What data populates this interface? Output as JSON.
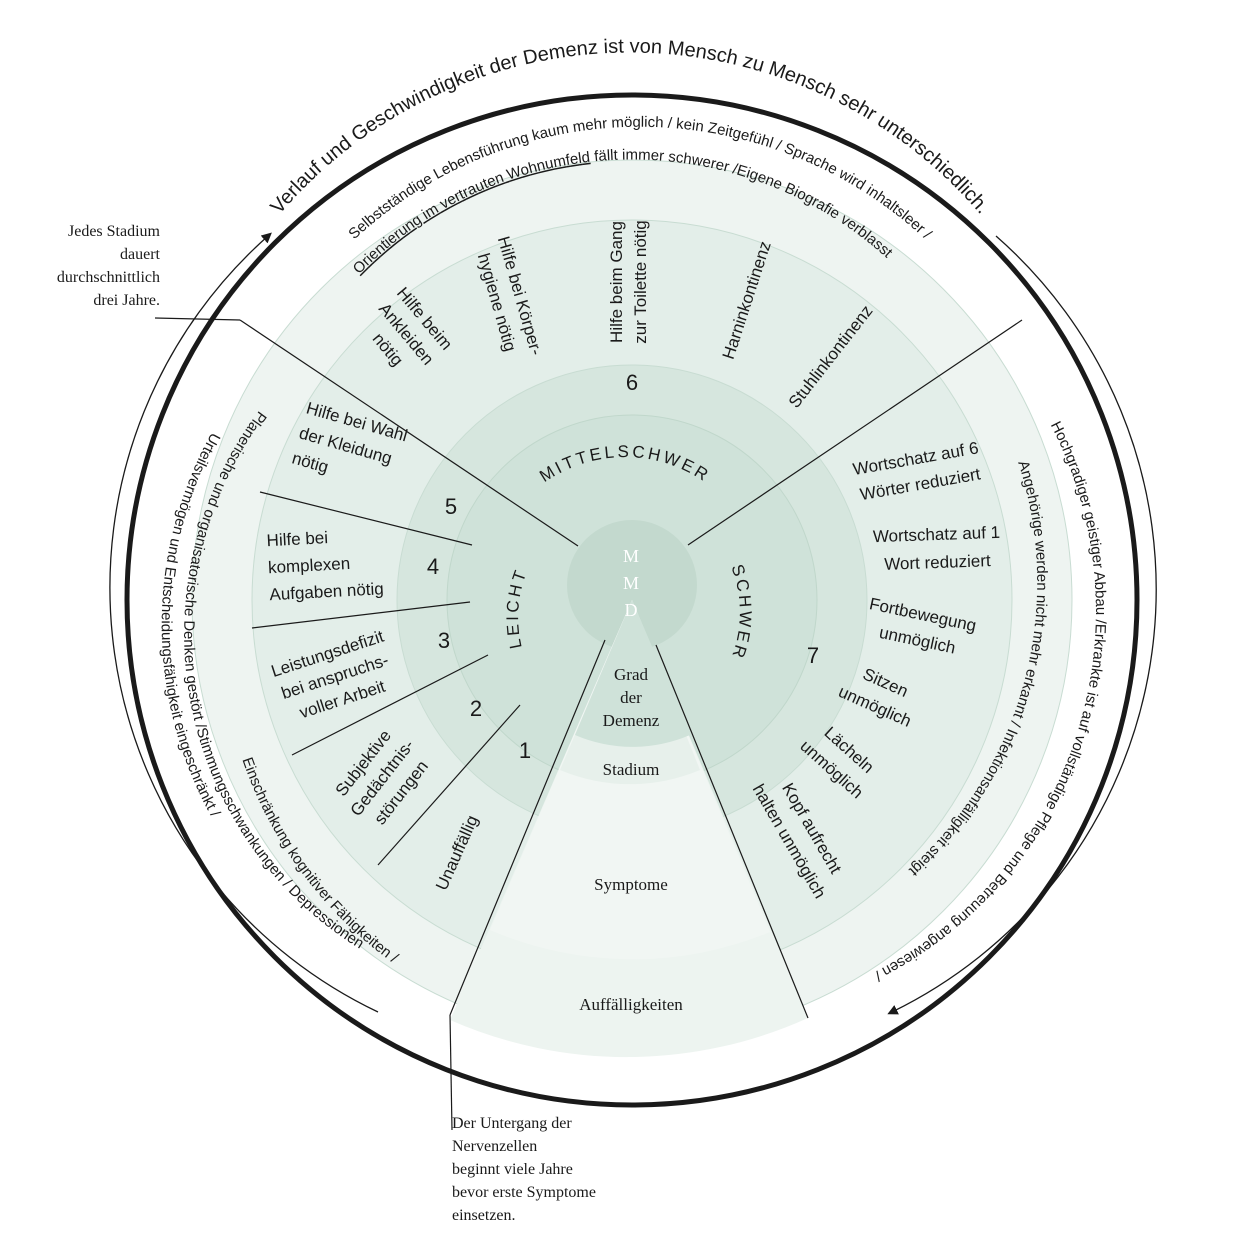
{
  "outer_ring_text": "Verlauf und Geschwindigkeit der Demenz ist von Mensch zu Mensch sehr unterschiedlich.",
  "upper_band": {
    "line1": "Selbstständige Lebensführung kaum mehr möglich / kein Zeitgefühl / Sprache wird inhaltsleer /",
    "line2_underlined": "Orientierung im vertrauten Wohnumfeld",
    "line2_rest": " fällt immer schwerer /Eigene Biografie verblasst"
  },
  "left_band": {
    "line1": "Urteilsvermögen und Entscheidungsfähigkeit eingeschränkt /",
    "line2": "Planerische und organisatorische Denken gestört /Stimmungsschwankungen / Depressionen",
    "line3": "Einschränkung kognitiver Fähigkeiten /"
  },
  "right_band": {
    "line1": "Hochgradiger geistiger Abbau /Erkrankte ist auf vollständige Pflege und Betreuung angewiesen /",
    "line2": "Angehörige werden nicht mehr erkannt / Infektionsanfälligkeit steigt"
  },
  "stages": {
    "s1": "1",
    "s2": "2",
    "s3": "3",
    "s4": "4",
    "s5": "5",
    "s6": "6",
    "s7": "7"
  },
  "grades": {
    "leicht": "LEICHT",
    "mittelschwer": "MITTELSCHWER",
    "schwer": "SCHWER"
  },
  "center": {
    "m1": "M",
    "m2": "M",
    "d": "D"
  },
  "ring_labels": {
    "grad_line1": "Grad",
    "grad_line2": "der",
    "grad_line3": "Demenz",
    "stadium": "Stadium",
    "symptome": "Symptome",
    "auffaelligkeiten": "Auffälligkeiten"
  },
  "symptoms": {
    "s1": [
      "Unauffällig"
    ],
    "s2": [
      "Subjektive",
      "Gedächtnis-",
      "störungen"
    ],
    "s3": [
      "Leistungsdefizit",
      "bei anspruchs-",
      "voller Arbeit"
    ],
    "s4": [
      "Hilfe bei",
      "komplexen",
      "Aufgaben nötig"
    ],
    "s5": [
      "Hilfe bei Wahl",
      "der Kleidung",
      "nötig"
    ],
    "s6a": [
      "Hilfe beim",
      "Ankleiden",
      "nötig"
    ],
    "s6b": [
      "Hilfe bei Körper-",
      "hygiene nötig"
    ],
    "s6c": [
      "Hilfe beim Gang",
      "zur Toilette nötig"
    ],
    "s6d": [
      "Harninkontinenz"
    ],
    "s6e": [
      "Stuhlinkontinenz"
    ],
    "s7a": [
      "Wortschatz auf 6",
      "Wörter reduziert"
    ],
    "s7b": [
      "Wortschatz auf 1",
      "Wort reduziert"
    ],
    "s7c": [
      "Fortbewegung",
      "unmöglich"
    ],
    "s7d": [
      "Sitzen",
      "unmöglich"
    ],
    "s7e": [
      "Lächeln",
      "unmöglich"
    ],
    "s7f": [
      "Kopf aufrecht",
      "halten unmöglich"
    ]
  },
  "notes": {
    "top_left": [
      "Jedes Stadium",
      "dauert",
      "durchschnittlich",
      "drei Jahre."
    ],
    "bottom": [
      "Der Untergang der",
      "Nervenzellen",
      "beginnt viele Jahre",
      "bevor erste Symptome",
      "einsetzen."
    ]
  },
  "colors": {
    "ring_outer": "#eef4f1",
    "ring_band": "#e4efea",
    "ring_symptoms": "#d7e7e0",
    "ring_stage": "#e4efea",
    "ring_grade": "#cfe2d9",
    "ring_center": "#c3d9ce",
    "stroke": "#b9d1c5",
    "ink": "#1a1a1a"
  }
}
